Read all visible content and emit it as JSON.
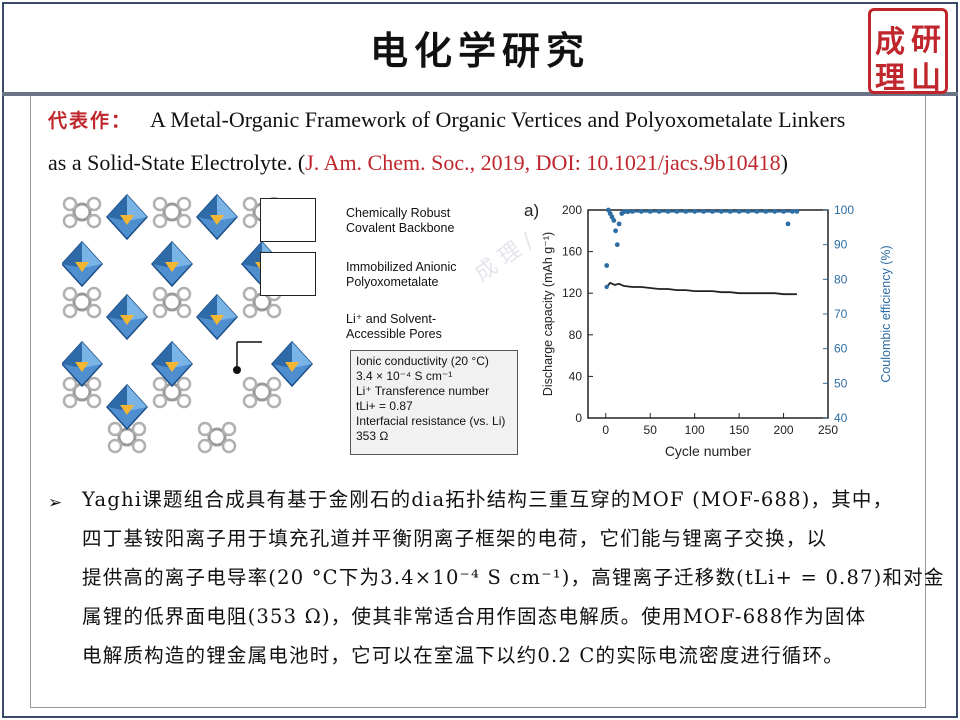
{
  "title": "电化学研究",
  "seal_chars": [
    "成",
    "研",
    "理",
    "山"
  ],
  "representative": {
    "label": "代表作：",
    "title_line1": "A Metal-Organic Framework of Organic Vertices and Polyoxometalate Linkers",
    "title_line2": "as a Solid-State Electrolyte. (",
    "journal": "J. Am. Chem. Soc., 2019, DOI: 10.1021/jacs.9b10418",
    "close": ")"
  },
  "figure_left": {
    "callouts": {
      "c1_line1": "Chemically Robust",
      "c1_line2": "Covalent Backbone",
      "c2_line1": "Immobilized Anionic",
      "c2_line2": "Polyoxometalate",
      "c3_line1": "Li⁺ and Solvent-",
      "c3_line2": "Accessible Pores"
    },
    "infobox": {
      "l1": "Ionic conductivity (20 °C)",
      "l2": "3.4 × 10⁻⁴ S cm⁻¹",
      "l3": "Li⁺ Transference number",
      "l4": "tLi+ = 0.87",
      "l5": "Interfacial resistance (vs. Li)",
      "l6": "353 Ω"
    }
  },
  "chart_data": {
    "type": "scatter",
    "panel_label": "a)",
    "xlabel": "Cycle number",
    "ylabel_left": "Discharge capacity (mAh g⁻¹)",
    "ylabel_right": "Coulombic efficiency (%)",
    "xlim": [
      -20,
      250
    ],
    "ylim_left": [
      0,
      200
    ],
    "ylim_right": [
      40,
      100
    ],
    "x_ticks": [
      "0",
      "50",
      "100",
      "150",
      "200",
      "250"
    ],
    "y_left_ticks": [
      "0",
      "40",
      "80",
      "120",
      "160",
      "200"
    ],
    "y_right_ticks": [
      "40",
      "50",
      "60",
      "70",
      "80",
      "90",
      "100"
    ],
    "series": [
      {
        "axis": "left",
        "color": "#222222",
        "x": [
          1,
          5,
          10,
          15,
          20,
          30,
          40,
          50,
          60,
          70,
          80,
          90,
          100,
          110,
          120,
          130,
          140,
          150,
          160,
          170,
          180,
          190,
          200,
          210,
          215
        ],
        "y": [
          126,
          130,
          128,
          129,
          127,
          126,
          126,
          125,
          124,
          124,
          123,
          123,
          122,
          122,
          122,
          121,
          121,
          120,
          120,
          120,
          120,
          120,
          119,
          119,
          119
        ]
      },
      {
        "axis": "right",
        "color": "#2e6da4",
        "x": [
          1,
          3,
          5,
          7,
          9,
          11,
          13,
          15,
          18,
          21,
          25,
          30,
          40,
          50,
          60,
          70,
          80,
          90,
          100,
          110,
          120,
          130,
          140,
          150,
          160,
          170,
          180,
          190,
          200,
          205,
          210,
          215
        ],
        "y": [
          84,
          100,
          99,
          98,
          97,
          94,
          90,
          96,
          99,
          99.5,
          99.5,
          99.6,
          99.6,
          99.6,
          99.6,
          99.6,
          99.6,
          99.6,
          99.6,
          99.6,
          99.6,
          99.6,
          99.6,
          99.6,
          99.6,
          99.6,
          99.6,
          99.6,
          99.6,
          96,
          99.6,
          99.6
        ]
      }
    ]
  },
  "paragraph": {
    "bullet": "➢",
    "lines": [
      "Yaghi课题组合成具有基于金刚石的dia拓扑结构三重互穿的MOF (MOF-688)，其中，",
      "四丁基铵阳离子用于填充孔道并平衡阴离子框架的电荷，它们能与锂离子交换，以",
      "提供高的离子电导率(20 °C下为3.4×10⁻⁴ S cm⁻¹)，高锂离子迁移数(tLi+ = 0.87)和对金",
      "属锂的低界面电阻(353 Ω)，使其非常适合用作固态电解质。使用MOF-688作为固体",
      "电解质构造的锂金属电池时，它可以在室温下以约0.2 C的实际电流密度进行循环。"
    ]
  }
}
